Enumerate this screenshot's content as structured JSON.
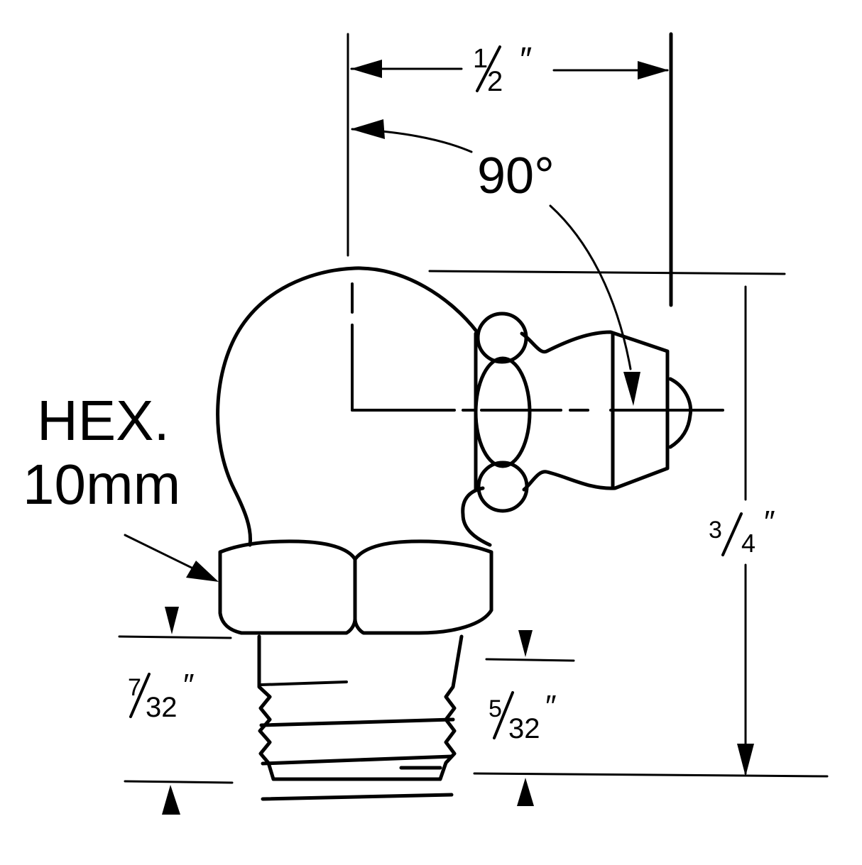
{
  "diagram": {
    "subject": "90° grease fitting",
    "colors": {
      "ink": "#000000",
      "background": "#ffffff"
    },
    "labels": {
      "width_dim": {
        "num": "1",
        "den": "2",
        "unit": "″"
      },
      "angle": "90°",
      "height_dim": {
        "num": "3",
        "den": "4",
        "unit": "″"
      },
      "hex_line1": "HEX.",
      "hex_line2": "10mm",
      "thread_len_dim": {
        "num": "7",
        "den": "32",
        "unit": "″"
      },
      "thread_engage_dim": {
        "num": "5",
        "den": "32",
        "unit": "″"
      }
    }
  }
}
